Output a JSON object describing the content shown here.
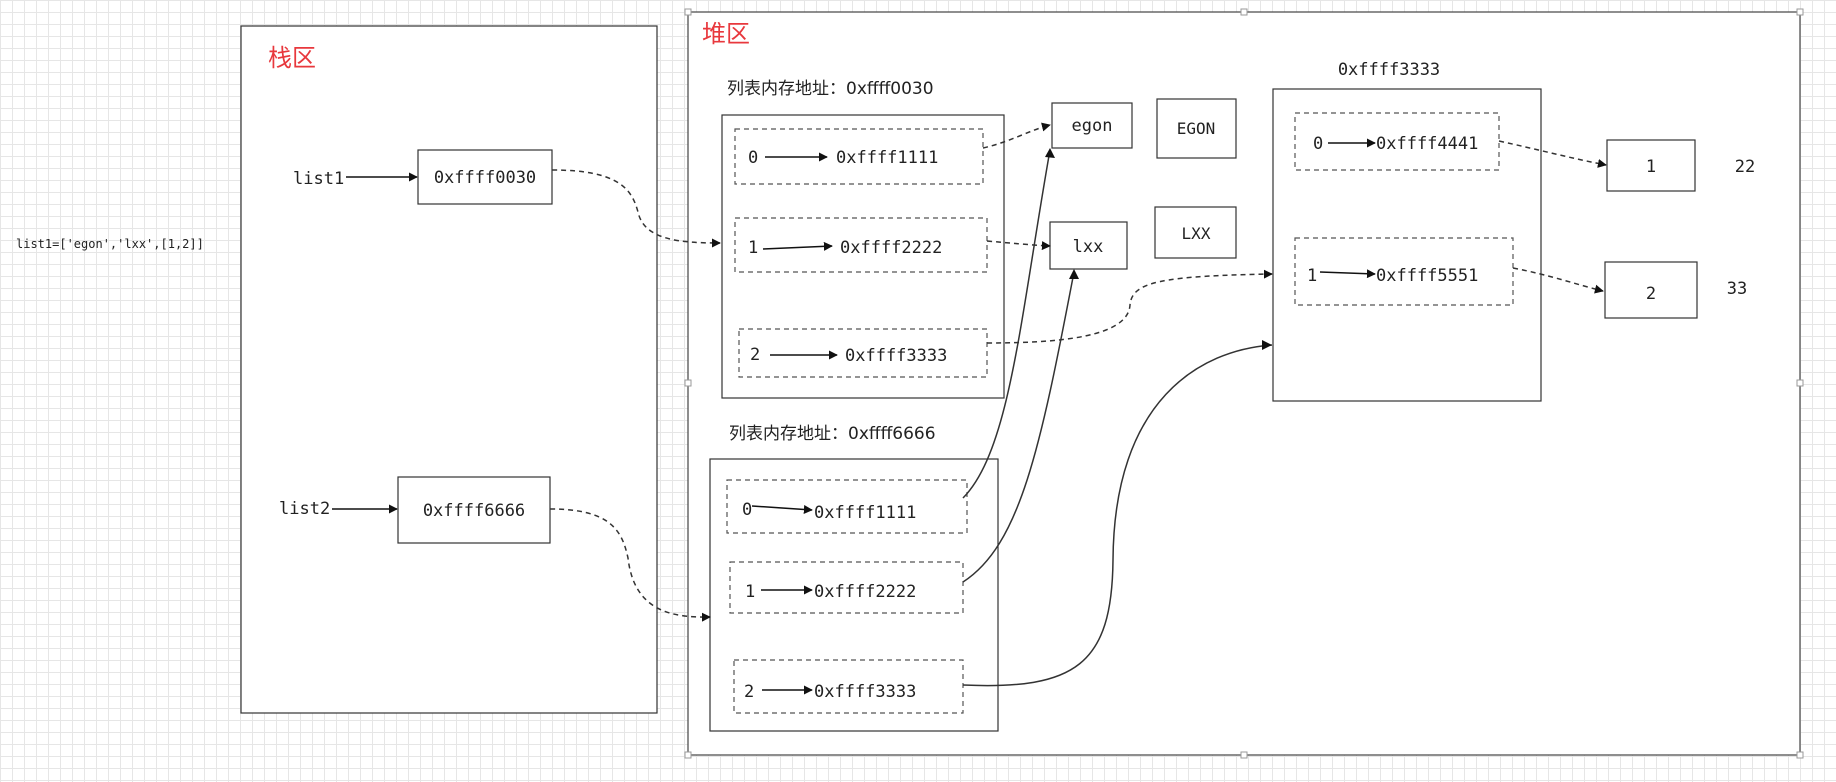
{
  "code_line": "list1=['egon','lxx',[1,2]]",
  "stack": {
    "title": "栈区",
    "vars": [
      {
        "name": "list1",
        "address": "0xffff0030"
      },
      {
        "name": "list2",
        "address": "0xffff6666"
      }
    ]
  },
  "heap": {
    "title": "堆区",
    "list1": {
      "label": "列表内存地址：0xffff0030",
      "slots": [
        {
          "index": "0",
          "ref": "0xffff1111"
        },
        {
          "index": "1",
          "ref": "0xffff2222"
        },
        {
          "index": "2",
          "ref": "0xffff3333"
        }
      ]
    },
    "list2": {
      "label": "列表内存地址：0xffff6666",
      "slots": [
        {
          "index": "0",
          "ref": "0xffff1111"
        },
        {
          "index": "1",
          "ref": "0xffff2222"
        },
        {
          "index": "2",
          "ref": "0xffff3333"
        }
      ]
    },
    "values": {
      "egon": "egon",
      "lxx": "lxx",
      "egon_upper": "EGON",
      "lxx_upper": "LXX"
    },
    "sublist": {
      "label": "0xffff3333",
      "slots": [
        {
          "index": "0",
          "ref": "0xffff4441"
        },
        {
          "index": "1",
          "ref": "0xffff5551"
        }
      ]
    },
    "ints": {
      "one": "1",
      "two": "2",
      "twentytwo": "22",
      "thirtythree": "33"
    }
  }
}
